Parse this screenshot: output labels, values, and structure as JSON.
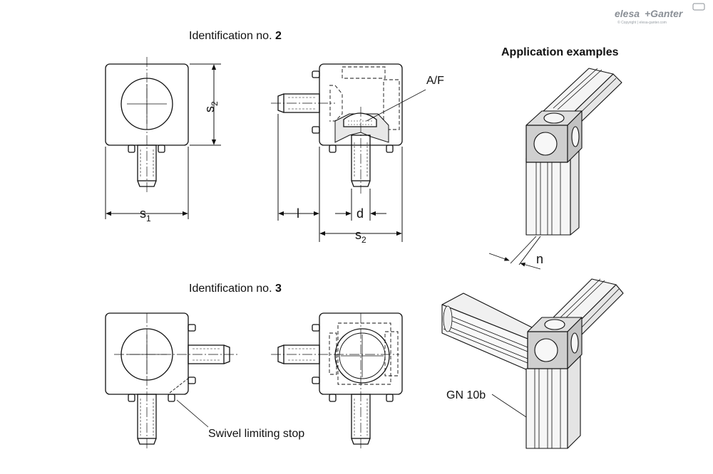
{
  "brand": {
    "logo_text_1": "elesa",
    "logo_text_2": "+Ganter",
    "copyright": "© Copyright | elesa-ganter.com"
  },
  "headings": {
    "ident2_prefix": "Identification no. ",
    "ident2_number": "2",
    "ident3_prefix": "Identification no. ",
    "ident3_number": "3",
    "application": "Application examples"
  },
  "dimensions": {
    "s1": "s",
    "s1_sub": "1",
    "s2_side": "s",
    "s2_side_sub": "2",
    "s2_bottom": "s",
    "s2_bottom_sub": "2",
    "l": "l",
    "d": "d",
    "af": "A/F",
    "n": "n"
  },
  "callouts": {
    "swivel": "Swivel limiting stop",
    "gn": "GN 10b"
  }
}
